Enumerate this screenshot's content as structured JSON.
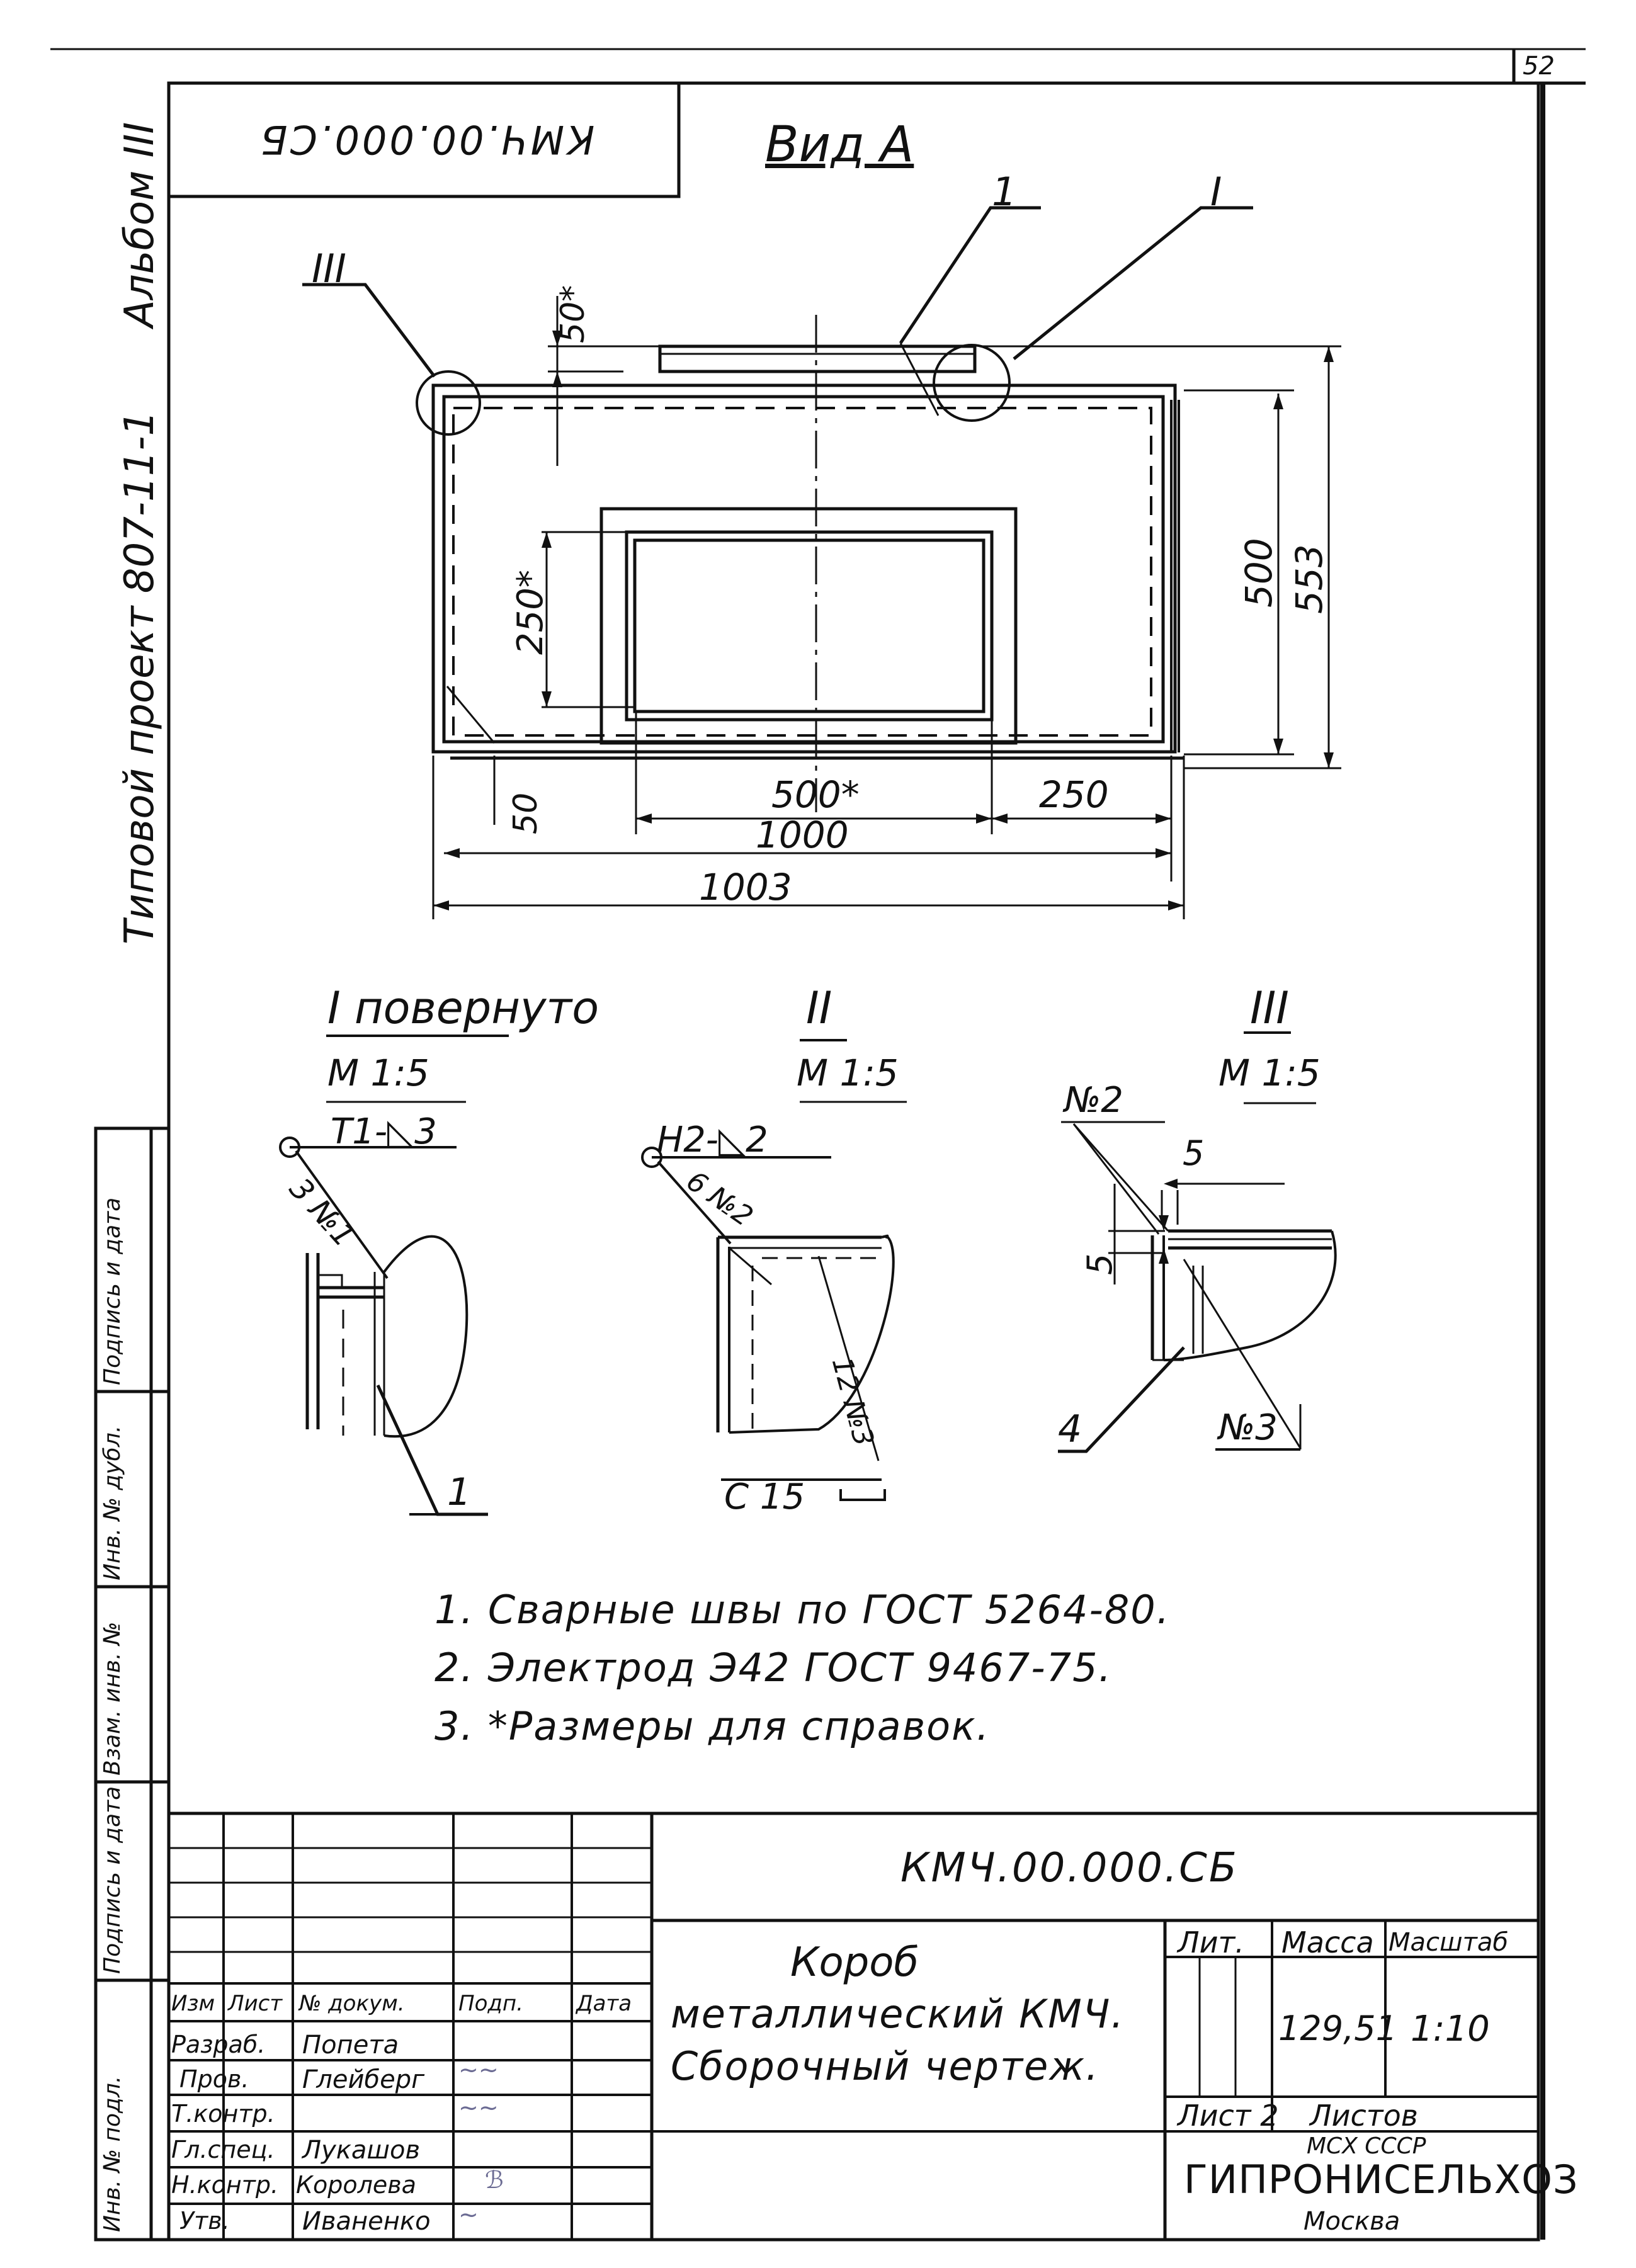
{
  "sheet_number": "52",
  "doc_code": "КМЧ.00.000.СБ",
  "doc_code_rotated": "КМЧ.00.000.СБ",
  "side_header": {
    "project": "Типовой проект 807-11-1",
    "album": "Альбом III"
  },
  "left_stamp_labels": [
    "Инв. № подл.",
    "Подпись и дата",
    "Взам. инв. №",
    "Инв. № дубл.",
    "Подпись и дата"
  ],
  "view_a": {
    "title": "Вид А",
    "callouts": {
      "part1": "1",
      "node1": "I",
      "node3": "III"
    },
    "dims": {
      "d50_top": "50*",
      "d250": "250*",
      "d500": "500",
      "d553": "553",
      "d50_left": "50",
      "d500_center": "500*",
      "d250_right": "250",
      "d1000": "1000",
      "d1003": "1003"
    }
  },
  "details": {
    "d1": {
      "title": "I повернуто",
      "scale": "М 1:5",
      "weld": "Т1-◺3",
      "weld_no": "3 №1",
      "part": "1"
    },
    "d2": {
      "title": "II",
      "scale": "М 1:5",
      "weld": "Н2-◺2",
      "weld_no": "6 №2",
      "weld_no2": "12 №3",
      "profile": "С 15"
    },
    "d3": {
      "title": "III",
      "scale": "М 1:5",
      "weld_top": "№2",
      "dim_5a": "5",
      "dim_5b": "5",
      "part": "4",
      "weld_bottom": "№3"
    }
  },
  "notes": [
    "1. Сварные швы по ГОСТ 5264-80.",
    "2. Электрод Э42 ГОСТ 9467-75.",
    "3. *Размеры для справок."
  ],
  "title_block": {
    "code": "КМЧ.00.000.СБ",
    "headers": {
      "izm": "Изм",
      "list": "Лист",
      "doc": "№ докум.",
      "podp": "Подп.",
      "data": "Дата"
    },
    "roles": [
      {
        "role": "Разраб.",
        "name": "Попета"
      },
      {
        "role": "Пров.",
        "name": "Глейберг"
      },
      {
        "role": "Т.контр.",
        "name": ""
      },
      {
        "role": "Гл.спец.",
        "name": "Лукашов"
      },
      {
        "role": "Н.контр.",
        "name": "Королева"
      },
      {
        "role": "Утв.",
        "name": "Иваненко"
      }
    ],
    "name_lines": [
      "Короб",
      "металлический КМЧ.",
      "Сборочный чертеж."
    ],
    "lit_label": "Лит.",
    "mass_label": "Масса",
    "scale_label": "Масштаб",
    "mass": "129,51",
    "scale": "1:10",
    "sheet_label": "Лист 2",
    "sheets_label": "Листов",
    "org_top": "МСХ СССР",
    "org": "ГИПРОНИСЕЛЬХОЗ",
    "city": "Москва"
  }
}
